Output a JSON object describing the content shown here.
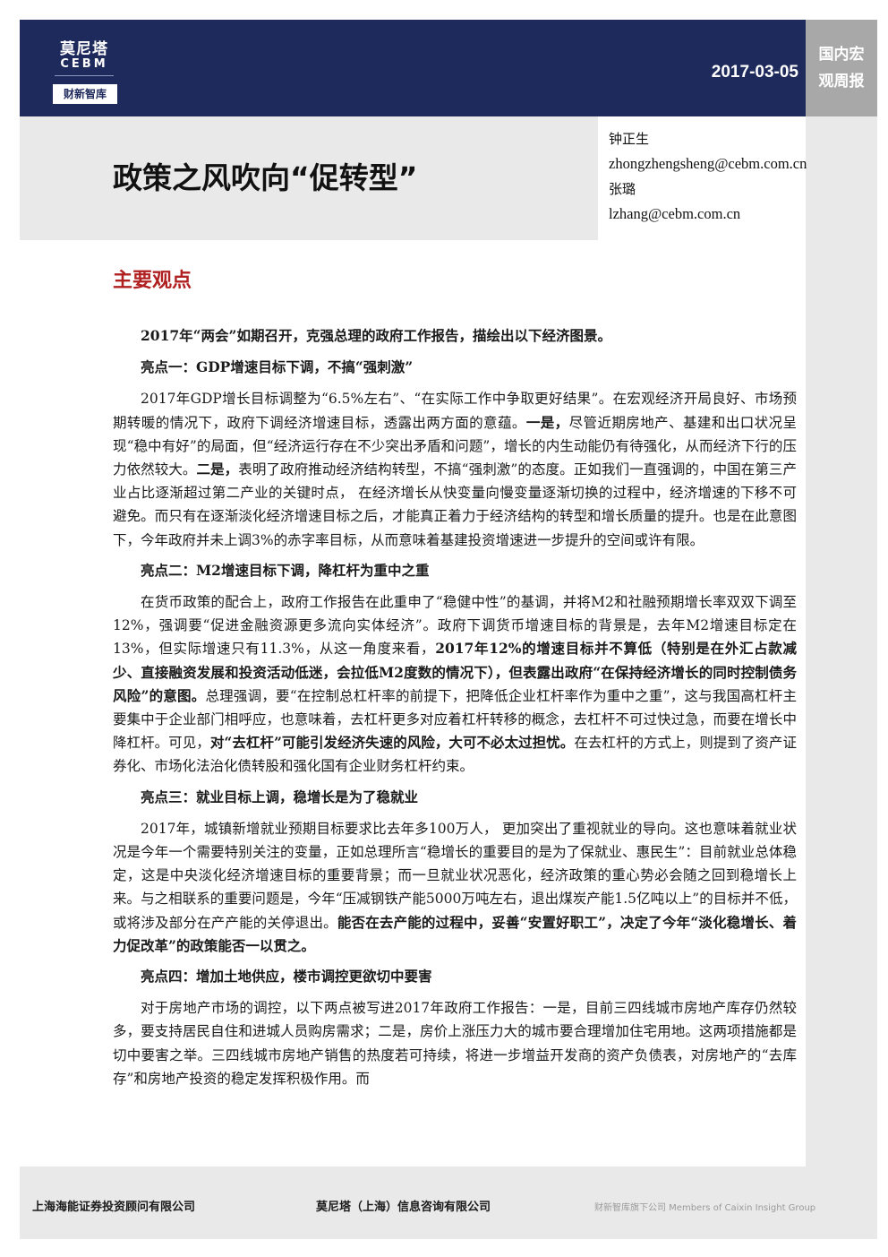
{
  "header": {
    "logo_cn": "莫尼塔",
    "logo_en": "CEBM",
    "logo_sub": "财新智库",
    "date": "2017-03-05",
    "report_type_line1": "国内宏",
    "report_type_line2": "观周报",
    "colors": {
      "header_bg": "#1f2a5c",
      "type_bg": "#a8a8a8",
      "title_bg": "#e9e9e9",
      "section_heading": "#b02020"
    }
  },
  "title": "政策之风吹向“促转型”",
  "authors": [
    {
      "name": "钟正生",
      "email": "zhongzhengsheng@cebm.com.cn"
    },
    {
      "name": "张璐",
      "email": "lzhang@cebm.com.cn"
    }
  ],
  "section_heading": "主要观点",
  "body": {
    "intro": "2017年“两会”如期召开，克强总理的政府工作报告，描绘出以下经济图景。",
    "h1": "亮点一：GDP增速目标下调，不搞“强刺激”",
    "p1_a": "2017年GDP增长目标调整为“6.5%左右”、“在实际工作中争取更好结果”。在宏观经济开局良好、市场预期转暖的情况下，政府下调经济增速目标，透露出两方面的意蕴。",
    "p1_b1": "一是，",
    "p1_c": "尽管近期房地产、基建和出口状况呈现“稳中有好”的局面，但“经济运行存在不少突出矛盾和问题”，增长的内生动能仍有待强化，从而经济下行的压力依然较大。",
    "p1_b2": "二是，",
    "p1_d": "表明了政府推动经济结构转型，不搞“强刺激”的态度。正如我们一直强调的，中国在第三产业占比逐渐超过第二产业的关键时点， 在经济增长从快变量向慢变量逐渐切换的过程中，经济增速的下移不可避免。而只有在逐渐淡化经济增速目标之后，才能真正着力于经济结构的转型和增长质量的提升。也是在此意图下，今年政府并未上调3%的赤字率目标，从而意味着基建投资增速进一步提升的空间或许有限。",
    "h2": "亮点二：M2增速目标下调，降杠杆为重中之重",
    "p2_a": "在货币政策的配合上，政府工作报告在此重申了“稳健中性”的基调，并将M2和社融预期增长率双双下调至12%，强调要“促进金融资源更多流向实体经济”。政府下调货币增速目标的背景是，去年M2增速目标定在13%，但实际增速只有11.3%，从这一角度来看，",
    "p2_b": "2017年12%的增速目标并不算低（特别是在外汇占款减少、直接融资发展和投资活动低迷，会拉低M2度数的情况下），但表露出政府“在保持经济增长的同时控制债务风险”的意图。",
    "p2_c": "总理强调，要“在控制总杠杆率的前提下，把降低企业杠杆率作为重中之重”，这与我国高杠杆主要集中于企业部门相呼应，也意味着，去杠杆更多对应着杠杆转移的概念，去杠杆不可过快过急，而要在增长中降杠杆。可见，",
    "p2_d": "对“去杠杆”可能引发经济失速的风险，大可不必太过担忧。",
    "p2_e": "在去杠杆的方式上，则提到了资产证券化、市场化法治化债转股和强化国有企业财务杠杆约束。",
    "h3": "亮点三：就业目标上调，稳增长是为了稳就业",
    "p3_a": "2017年，城镇新增就业预期目标要求比去年多100万人， 更加突出了重视就业的导向。这也意味着就业状况是今年一个需要特别关注的变量，正如总理所言“稳增长的重要目的是为了保就业、惠民生”：目前就业总体稳定，这是中央淡化经济增速目标的重要背景；而一旦就业状况恶化，经济政策的重心势必会随之回到稳增长上来。与之相联系的重要问题是，今年“压减钢铁产能5000万吨左右，退出煤炭产能1.5亿吨以上”的目标并不低，或将涉及部分在产产能的关停退出。",
    "p3_b": "能否在去产能的过程中，妥善“安置好职工”，决定了今年“淡化稳增长、着力促改革”的政策能否一以贯之。",
    "h4": "亮点四：增加土地供应，楼市调控更欲切中要害",
    "p4": "对于房地产市场的调控，以下两点被写进2017年政府工作报告：一是，目前三四线城市房地产库存仍然较多，要支持居民自住和进城人员购房需求；二是，房价上涨压力大的城市要合理增加住宅用地。这两项措施都是切中要害之举。三四线城市房地产销售的热度若可持续，将进一步增益开发商的资产负债表，对房地产的“去库存”和房地产投资的稳定发挥积极作用。而"
  },
  "footer": {
    "left": "上海海能证券投资顾问有限公司",
    "middle": "莫尼塔（上海）信息咨询有限公司",
    "right": "财新智库旗下公司 Members of Caixin Insight Group"
  }
}
